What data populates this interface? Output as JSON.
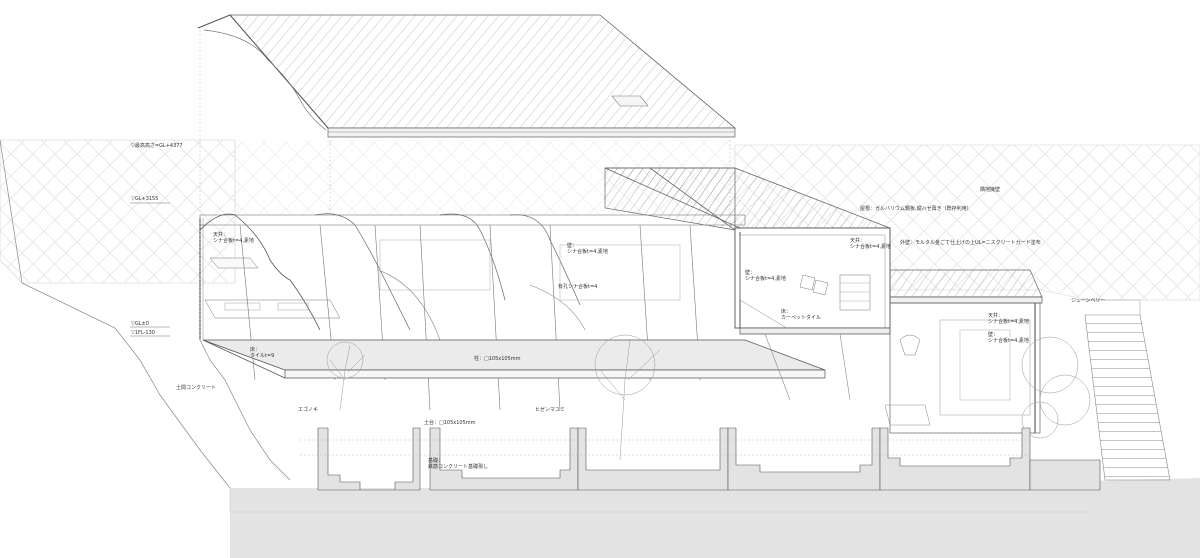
{
  "drawing": {
    "type": "axonometric-section",
    "colors": {
      "line": "#555555",
      "light_line": "#bbbbbb",
      "ground_fill": "#e3e3e3",
      "floor_fill": "#ececec",
      "hatch": "#e6e6e6",
      "background": "#ffffff"
    }
  },
  "levels": [
    {
      "id": "max_height",
      "text": "▽最高高さ=GL+4377"
    },
    {
      "id": "gl_3155",
      "text": "▽GL+3155"
    },
    {
      "id": "gl_0",
      "text": "▽GL±0"
    },
    {
      "id": "fl_130",
      "text": "▽1FL-130"
    }
  ],
  "annotations": {
    "ceiling_left": {
      "line1": "天井：",
      "line2": "シナ合板t=4,素地"
    },
    "floor_tile": {
      "line1": "床：",
      "line2": "タイルt=9"
    },
    "earth_concrete": "土間コンクリート",
    "egonoki": "エゴノキ",
    "sill": "土台：□105x105mm",
    "foundation": {
      "line1": "基礎：",
      "line2": "鉄筋コンクリート基礎現し"
    },
    "wall_center": {
      "line1": "壁：",
      "line2": "シナ合板t=4,素地"
    },
    "perforated": "有孔シナ合板t=4",
    "column": "柱：□105x105mm",
    "himeshara": "ヒゼンマユミ",
    "roof": "屋根：ガルバリウム鋼板,縦ハゼ葺き（既存利用）",
    "ceiling_right": {
      "line1": "天井：",
      "line2": "シナ合板t=4,素地"
    },
    "exterior_wall": "外壁：モルタル金ごて仕上げの上UL=ニスクリートガード塗布",
    "retaining_wall": "隣地擁壁",
    "wall_right": {
      "line1": "壁：",
      "line2": "シナ合板t=4,素地"
    },
    "carpet": {
      "line1": "床：",
      "line2": "カーペットタイル"
    },
    "juneberry": "ジューンベリー",
    "ceiling_far": {
      "line1": "天井：",
      "line2": "シナ合板t=4,素地"
    },
    "wall_far": {
      "line1": "壁：",
      "line2": "シナ合板t=4,素地"
    }
  }
}
